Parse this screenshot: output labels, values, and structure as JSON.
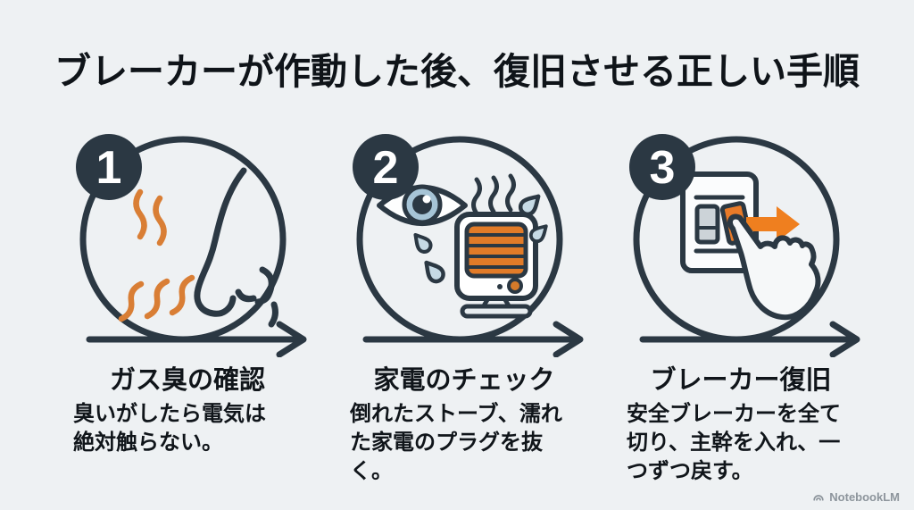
{
  "title": "ブレーカーが作動した後、復旧させる正しい手順",
  "steps": [
    {
      "number": "1",
      "heading": "ガス臭の確認",
      "body": "臭いがしたら電気は\n絶対触らない。",
      "icon": "nose-smell-icon"
    },
    {
      "number": "2",
      "heading": "家電のチェック",
      "body": "倒れたストーブ、濡れ\nた家電のプラグを抜\nく。",
      "icon": "eye-heater-icon"
    },
    {
      "number": "3",
      "heading": "ブレーカー復旧",
      "body": "安全ブレーカーを全て\n切り、主幹を入れ、一\nつずつ戻す。",
      "icon": "breaker-switch-hand-icon"
    }
  ],
  "footer": {
    "brand": "NotebookLM"
  },
  "colors": {
    "background": "#eef1f3",
    "navy": "#2b3843",
    "orange": "#e8802a",
    "arrow_orange": "#ef7f1f",
    "light_blue": "#bcd2de",
    "text": "#10151a",
    "watermark_gray": "#8d959c"
  }
}
